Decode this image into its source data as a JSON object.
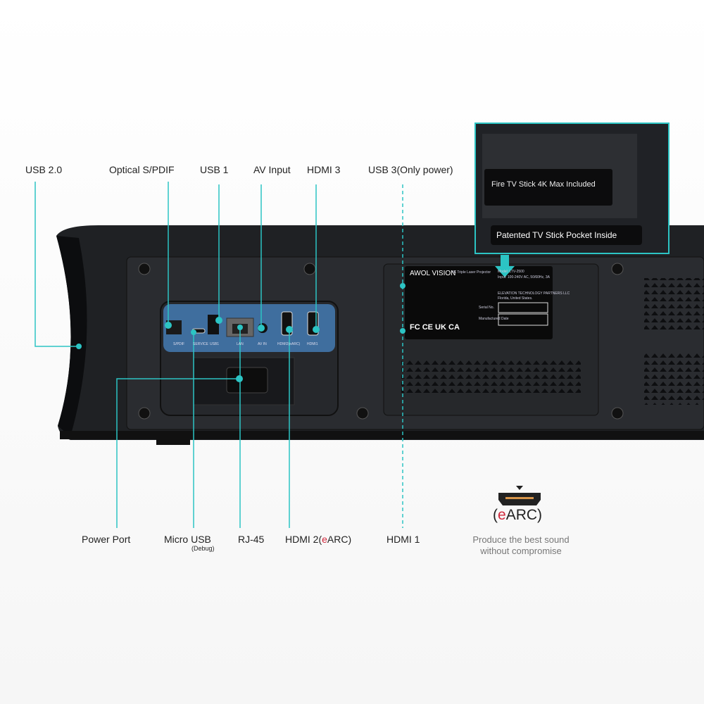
{
  "labels_top": {
    "usb2": "USB 2.0",
    "optical": "Optical S/PDIF",
    "usb1": "USB 1",
    "av_input": "AV Input",
    "hdmi3": "HDMI 3",
    "usb3": "USB 3(Only power)"
  },
  "labels_bottom": {
    "power": "Power Port",
    "micro_usb": "Micro USB",
    "debug": "(Debug)",
    "rj45": "RJ-45",
    "hdmi2_pre": "HDMI 2(",
    "hdmi2_e": "e",
    "hdmi2_post": "ARC)",
    "hdmi1": "HDMI 1"
  },
  "port_labels": [
    "S/PDIF",
    "SERVICE",
    "USB1",
    "LAN",
    "AV IN",
    "HDMI2(eARC)",
    "HDMI1"
  ],
  "inset": {
    "stick": "Fire TV Stick 4K Max Included",
    "pocket": "Patented TV Stick Pocket Inside"
  },
  "sticker": {
    "brand": "AWOL VISION",
    "product": "4K Triple Laser Projector",
    "model": "Model: LTV-2500",
    "input": "Input: 100-240V AC, 50/60Hz, 3A",
    "company": "ELEVATION TECHNOLOGY PARTNERS LLC",
    "location": "Florida, United States.",
    "serial": "Serial No.",
    "manufactured": "Manufactured Date",
    "marks": "FC CE UK CA"
  },
  "earc": {
    "open": "(",
    "e": "e",
    "rest": "ARC)",
    "caption1": "Produce the best sound",
    "caption2": "without compromise"
  },
  "colors": {
    "accent": "#2cc4c4",
    "red": "#d0283c",
    "body": "#1f2124"
  }
}
